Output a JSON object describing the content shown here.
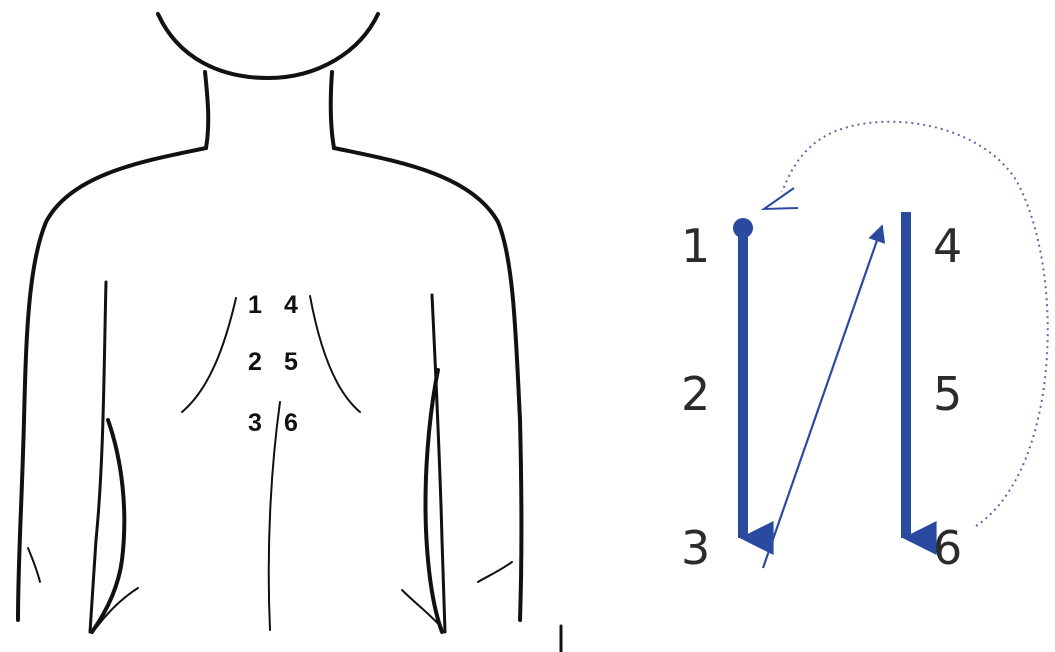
{
  "body_figure": {
    "points": [
      {
        "label": "1",
        "row": 1,
        "side": "left"
      },
      {
        "label": "4",
        "row": 1,
        "side": "right"
      },
      {
        "label": "2",
        "row": 2,
        "side": "left"
      },
      {
        "label": "5",
        "row": 2,
        "side": "right"
      },
      {
        "label": "3",
        "row": 3,
        "side": "left"
      },
      {
        "label": "6",
        "row": 3,
        "side": "right"
      }
    ]
  },
  "sequence_diagram": {
    "left_column": [
      "1",
      "2",
      "3"
    ],
    "right_column": [
      "4",
      "5",
      "6"
    ],
    "order": [
      "1",
      "2",
      "3",
      "4",
      "5",
      "6",
      "1"
    ],
    "arrow_color": "#2a4aa0"
  }
}
